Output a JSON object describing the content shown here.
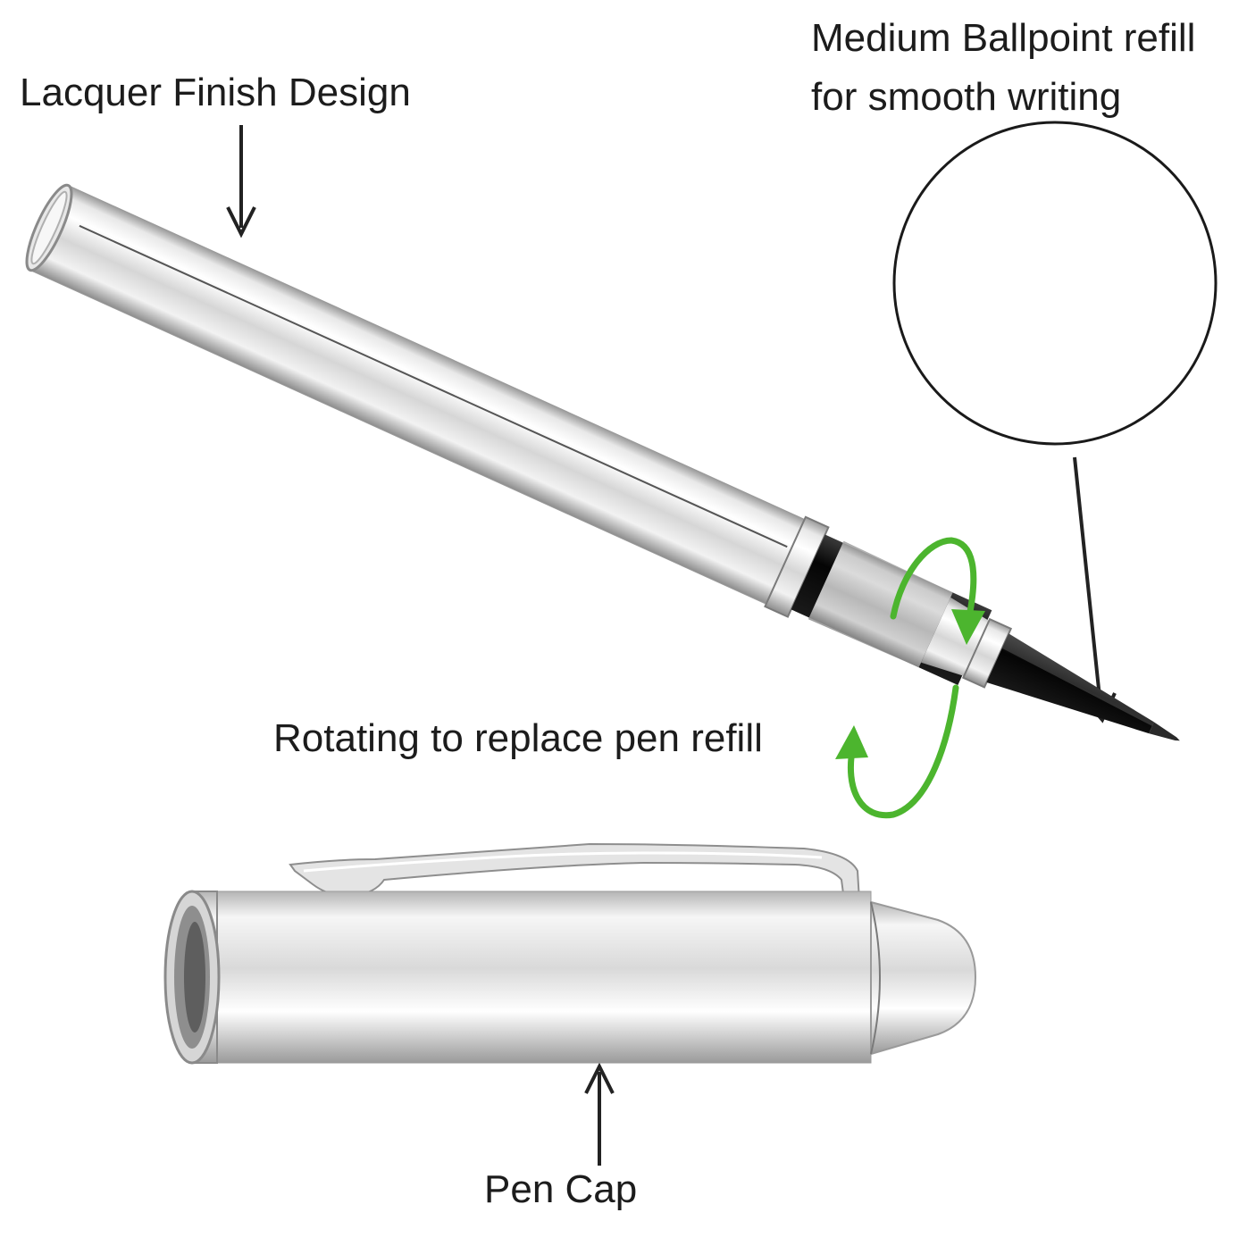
{
  "labels": {
    "lacquer": "Lacquer Finish Design",
    "refill_line1": "Medium Ballpoint refill",
    "refill_line2": "for smooth writing",
    "rotate": "Rotating to replace pen refill",
    "cap": "Pen Cap"
  },
  "colors": {
    "accent_rotation_arrow": "#4cb52e",
    "pointer_arrow": "#222222",
    "metal_light": "#f4f4f4",
    "metal_mid": "#c9c9c9",
    "metal_dark": "#8a8a8a",
    "grip_black": "#101010"
  }
}
